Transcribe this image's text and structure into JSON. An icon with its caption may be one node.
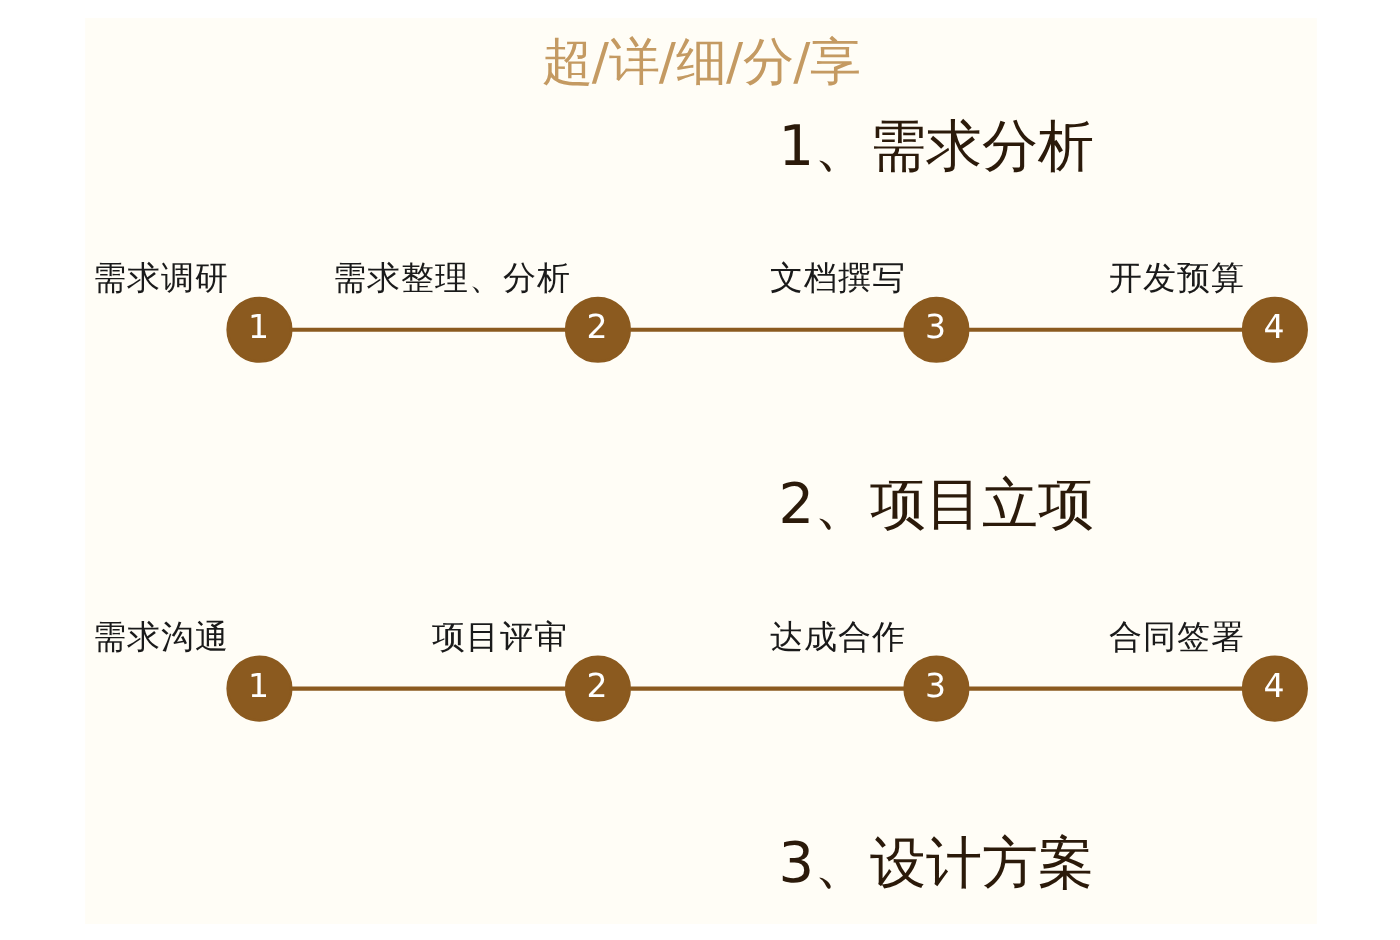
{
  "diagram": {
    "title": "超/详/细/分/享",
    "nodes": [
      {
        "text": [
          "1"
        ],
        "beside": [
          "需求调研"
        ]
      },
      {
        "text": [
          "2"
        ],
        "beside": [
          "需求整理、分析"
        ]
      },
      {
        "text": [
          "3"
        ],
        "beside": [
          "文档撰写"
        ]
      },
      {
        "text": [
          "4"
        ],
        "beside": [
          "开发预算"
        ]
      },
      {
        "text": [
          "1"
        ],
        "beside": [
          "需求沟通"
        ]
      },
      {
        "text": [
          "2"
        ],
        "beside": [
          "项目评审"
        ]
      },
      {
        "text": [
          "3"
        ],
        "beside": [
          "达成合作"
        ]
      },
      {
        "text": [
          "4"
        ],
        "beside": [
          "合同签署"
        ]
      }
    ],
    "edges": [
      {
        "from": 0,
        "to": 1,
        "arrow": "none"
      },
      {
        "from": 1,
        "to": 2,
        "arrow": "none"
      },
      {
        "from": 2,
        "to": 3,
        "arrow": "none"
      },
      {
        "from": 4,
        "to": 5,
        "arrow": "none"
      },
      {
        "from": 5,
        "to": 6,
        "arrow": "none"
      },
      {
        "from": 6,
        "to": 7,
        "arrow": "none"
      }
    ],
    "labels": [
      "1、需求分析",
      "2、项目立项",
      "3、设计方案"
    ]
  }
}
